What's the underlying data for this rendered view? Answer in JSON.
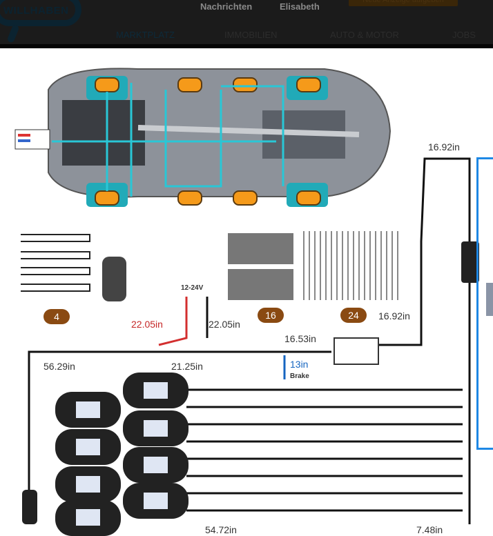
{
  "header": {
    "logo": "WILLHABEN",
    "messages_label": "Nachrichten",
    "user_label": "Elisabeth",
    "new_ad_button": "Neue Anzeige aufgeben",
    "nav": [
      {
        "label": "MARKTPLATZ"
      },
      {
        "label": "IMMOBILIEN"
      },
      {
        "label": "AUTO & MOTOR"
      },
      {
        "label": "JOBS"
      }
    ]
  },
  "product_image": {
    "labels": {
      "top_cable": "16.92in",
      "side_cable": "16.92in",
      "red_cable": "22.05in",
      "black_cable": "22.05in",
      "voltage": "12-24V",
      "left_cable": "56.29in",
      "mid_cable": "21.25in",
      "controller_cable": "16.53in",
      "brake_cable": "13in",
      "brake": "Brake",
      "bottom_cable": "54.72in",
      "bottom_right": "7.48in"
    },
    "counts": {
      "adapters": "4",
      "bolts": "16",
      "ties": "24"
    }
  },
  "colors": {
    "accent": "#1e88e5",
    "pod": "#f59a1a",
    "wire": "#29c7d6",
    "badge": "#8a4a12"
  }
}
